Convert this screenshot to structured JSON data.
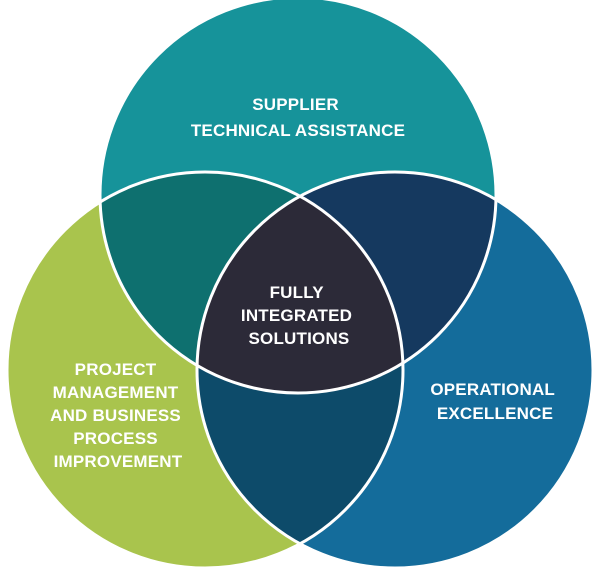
{
  "circles": {
    "top": {
      "lines": [
        "SUPPLIER",
        "TECHNICAL ASSISTANCE"
      ],
      "color": "#16939a"
    },
    "left": {
      "lines": [
        "PROJECT",
        "MANAGEMENT",
        "AND BUSINESS",
        "PROCESS",
        "IMPROVEMENT"
      ],
      "color": "#a9c44d"
    },
    "right": {
      "lines": [
        "OPERATIONAL",
        "EXCELLENCE"
      ],
      "color": "#146c9b"
    }
  },
  "intersections": {
    "top_left": {
      "color": "#0e706f"
    },
    "top_right": {
      "color": "#15395f"
    },
    "left_right": {
      "color": "#0d4b6a"
    }
  },
  "center": {
    "lines": [
      "FULLY",
      "INTEGRATED",
      "SOLUTIONS"
    ],
    "color": "#2c2a38"
  },
  "outline_color": "#ffffff"
}
